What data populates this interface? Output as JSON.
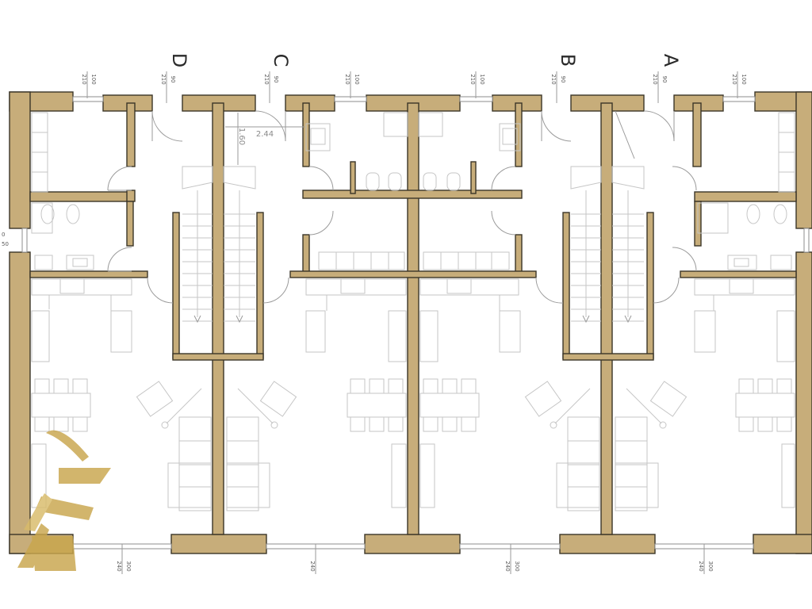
{
  "units": [
    {
      "id": "D",
      "label": "D"
    },
    {
      "id": "C",
      "label": "C"
    },
    {
      "id": "B",
      "label": "B"
    },
    {
      "id": "A",
      "label": "A"
    }
  ],
  "top_dimensions": [
    {
      "top": "100",
      "bottom": "210"
    },
    {
      "top": "90",
      "bottom": "210"
    },
    {
      "top": "90",
      "bottom": "210"
    },
    {
      "top": "100",
      "bottom": "210"
    },
    {
      "top": "100",
      "bottom": "210"
    },
    {
      "top": "90",
      "bottom": "210"
    },
    {
      "top": "90",
      "bottom": "210"
    },
    {
      "top": "100",
      "bottom": "210"
    }
  ],
  "bottom_dimensions": [
    {
      "top": "300",
      "bottom": "240"
    },
    {
      "top": "",
      "bottom": "240"
    },
    {
      "top": "300",
      "bottom": "240"
    },
    {
      "top": "300",
      "bottom": "240"
    }
  ],
  "interior_dimensions": {
    "width": "2.44",
    "height": "1.60"
  },
  "side_dimensions": {
    "top": "0",
    "bottom": "50"
  },
  "colors": {
    "wall_fill": "#c7ad7a",
    "wall_stroke": "#3b3528",
    "furniture": "#c6c6c6",
    "logo": "#c9a64c"
  }
}
